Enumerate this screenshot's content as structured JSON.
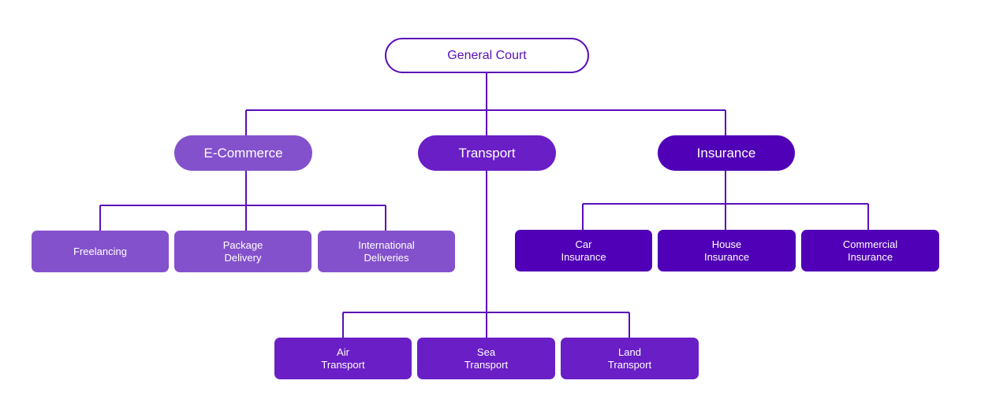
{
  "colors": {
    "line": "#5a0fb8",
    "root_border": "#5a0fb8",
    "root_text": "#5a0fb8",
    "ecommerce": "#8451cc",
    "transport": "#6a1ec6",
    "insurance": "#5000b6",
    "text_on_fill": "#ffffff"
  },
  "root": {
    "label": "General Court"
  },
  "categories": {
    "ecommerce": {
      "label": "E-Commerce",
      "children": [
        "Freelancing",
        "Package\nDelivery",
        "International\nDeliveries"
      ]
    },
    "transport": {
      "label": "Transport",
      "children": [
        "Air\nTransport",
        "Sea\nTransport",
        "Land\nTransport"
      ]
    },
    "insurance": {
      "label": "Insurance",
      "children": [
        "Car\nInsurance",
        "House\nInsurance",
        "Commercial\nInsurance"
      ]
    }
  }
}
